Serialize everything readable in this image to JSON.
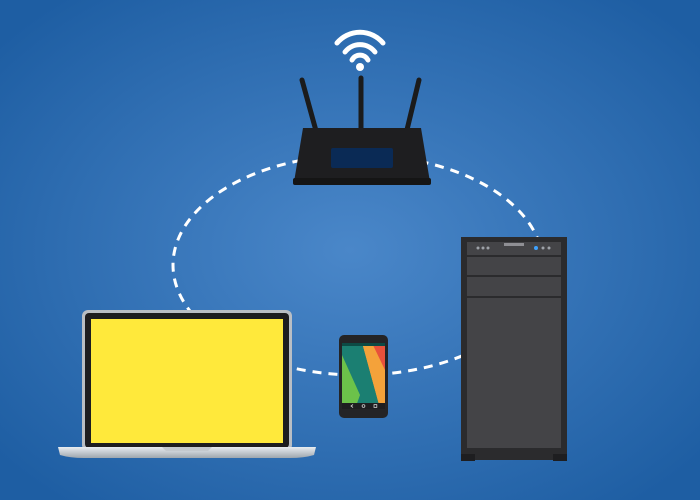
{
  "scene": {
    "background": {
      "center_color": "#4a87c9",
      "edge_color": "#1e5ea3"
    },
    "network_ring": {
      "stroke_color": "#ffffff",
      "style": "dashed"
    },
    "devices": [
      {
        "name": "wifi-router",
        "icon": "wifi-icon",
        "antenna_count": 3
      },
      {
        "name": "desktop-tower",
        "icon": "pc-tower-icon"
      },
      {
        "name": "smartphone",
        "icon": "smartphone-icon"
      },
      {
        "name": "laptop",
        "icon": "laptop-icon",
        "screen_color": "#ffe93b"
      }
    ]
  }
}
